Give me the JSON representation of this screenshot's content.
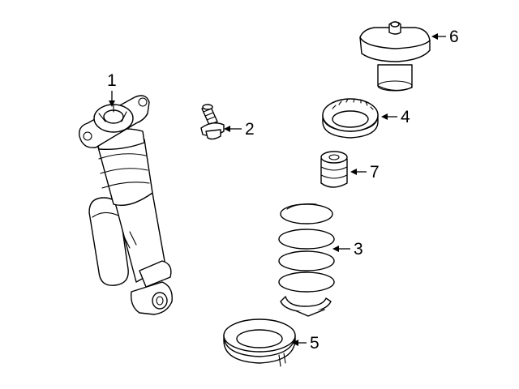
{
  "callouts": [
    {
      "id": "shock-absorber",
      "number": "1"
    },
    {
      "id": "bolt",
      "number": "2"
    },
    {
      "id": "coil-spring",
      "number": "3"
    },
    {
      "id": "upper-spring-seat",
      "number": "4"
    },
    {
      "id": "lower-spring-insulator",
      "number": "5"
    },
    {
      "id": "upper-mount",
      "number": "6"
    },
    {
      "id": "bump-stop",
      "number": "7"
    }
  ],
  "colors": {
    "line": "#000000",
    "background": "#ffffff"
  }
}
